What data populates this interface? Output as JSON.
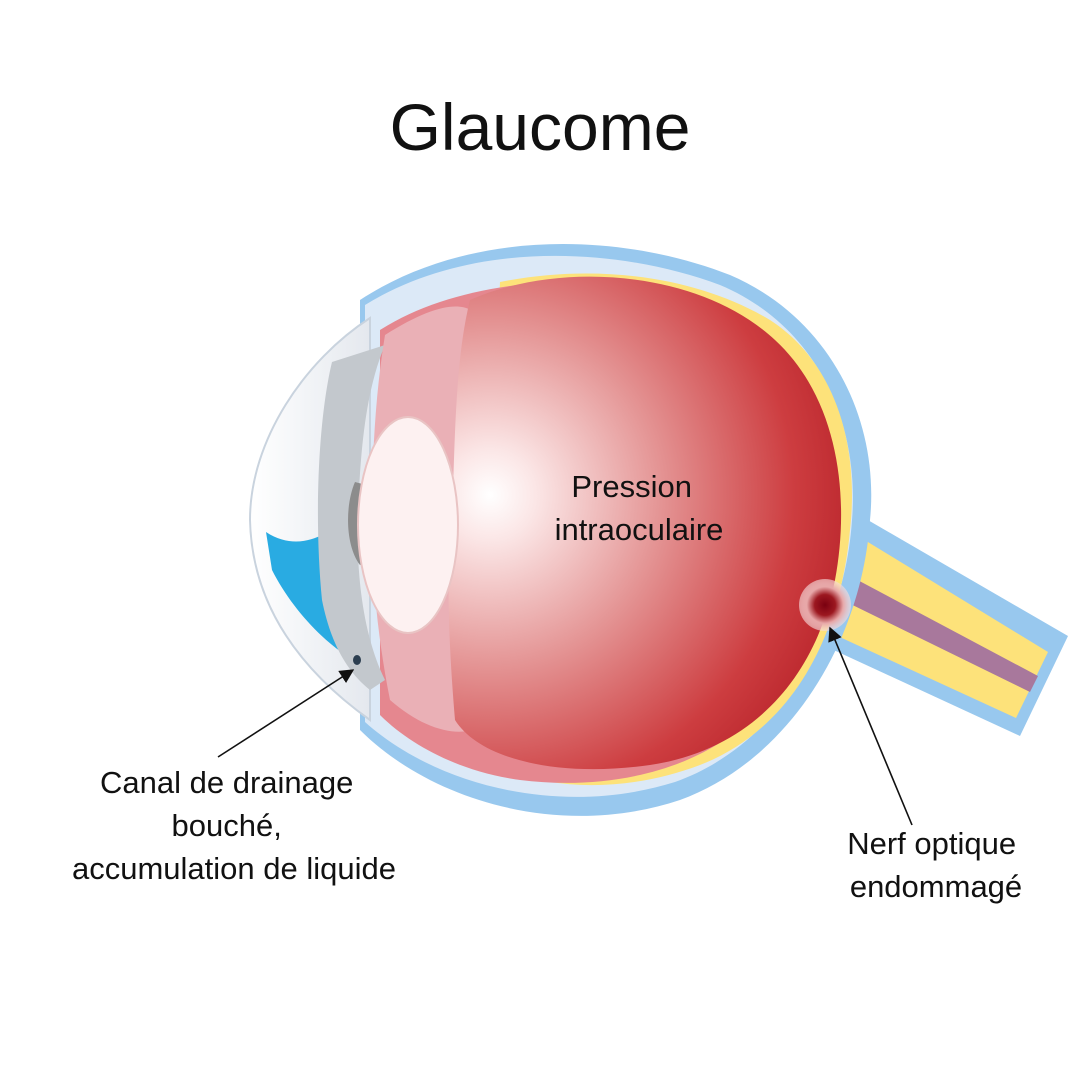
{
  "title": "Glaucome",
  "labels": {
    "pressure": [
      "Pression",
      "intraoculaire"
    ],
    "drainage": [
      "Canal de drainage",
      "bouché,",
      "accumulation de liquide"
    ],
    "optic_nerve": [
      "Nerf optique",
      "endommagé"
    ]
  },
  "colors": {
    "vitreous": "#c92f33",
    "sclera_blue": "#98c8ee",
    "retina_yellow": "#fde27a",
    "choroid_pink": "#e5878f",
    "aqueous_blue": "#29abe2",
    "damage_dark": "#7a0010"
  }
}
